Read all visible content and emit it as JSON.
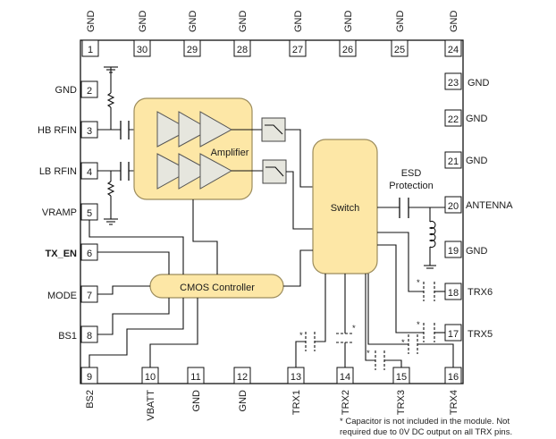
{
  "diagram": {
    "title": "Front-end module block diagram",
    "pins": {
      "top": [
        {
          "num": "1",
          "label": "GND"
        },
        {
          "num": "30",
          "label": "GND"
        },
        {
          "num": "29",
          "label": "GND"
        },
        {
          "num": "28",
          "label": "GND"
        },
        {
          "num": "27",
          "label": "GND"
        },
        {
          "num": "26",
          "label": "GND"
        },
        {
          "num": "25",
          "label": "GND"
        },
        {
          "num": "24",
          "label": "GND"
        }
      ],
      "left": [
        {
          "num": "2",
          "label": "GND"
        },
        {
          "num": "3",
          "label": "HB RFIN"
        },
        {
          "num": "4",
          "label": "LB RFIN"
        },
        {
          "num": "5",
          "label": "VRAMP"
        },
        {
          "num": "6",
          "label": "TX_EN"
        },
        {
          "num": "7",
          "label": "MODE"
        },
        {
          "num": "8",
          "label": "BS1"
        }
      ],
      "bottom": [
        {
          "num": "9",
          "label": "BS2"
        },
        {
          "num": "10",
          "label": "VBATT"
        },
        {
          "num": "11",
          "label": "GND"
        },
        {
          "num": "12",
          "label": "GND"
        },
        {
          "num": "13",
          "label": "TRX1"
        },
        {
          "num": "14",
          "label": "TRX2"
        },
        {
          "num": "15",
          "label": "TRX3"
        },
        {
          "num": "16",
          "label": "TRX4"
        }
      ],
      "right": [
        {
          "num": "23",
          "label": "GND"
        },
        {
          "num": "22",
          "label": "GND"
        },
        {
          "num": "21",
          "label": "GND"
        },
        {
          "num": "20",
          "label": "ANTENNA"
        },
        {
          "num": "19",
          "label": "GND"
        },
        {
          "num": "18",
          "label": "TRX6"
        },
        {
          "num": "17",
          "label": "TRX5"
        }
      ]
    },
    "blocks": {
      "amplifier": "Amplifier",
      "switch": "Switch",
      "controller": "CMOS Controller",
      "esd_line1": "ESD",
      "esd_line2": "Protection"
    },
    "cap_marker": "*",
    "footnote": {
      "line1": "* Capacitor is not included in the module. Not",
      "line2": "required due to 0V DC output on all TRX pins."
    },
    "colors": {
      "block_fill": "#fde7a6",
      "amp_fill": "#e6e6de"
    }
  }
}
